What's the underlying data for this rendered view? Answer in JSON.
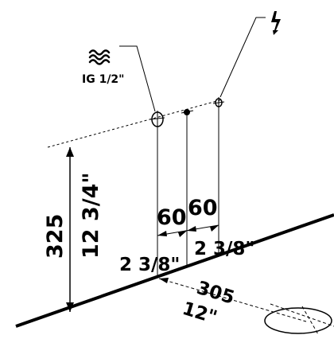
{
  "connections": {
    "water": {
      "icon": "water-wave-icon",
      "label": "IG 1/2\""
    },
    "power": {
      "icon": "lightning-icon"
    },
    "center": {
      "icon": "center-point-icon"
    }
  },
  "dimensions": {
    "height_mm": "325",
    "height_in": "12 3/4\"",
    "left_spacing_mm": "60",
    "right_spacing_mm": "60",
    "left_spacing_in": "2 3/8\"",
    "right_spacing_in": "2 3/8\"",
    "drain_offset_mm": "305",
    "drain_offset_in": "12\""
  },
  "colors": {
    "line": "#000000",
    "background": "#ffffff"
  }
}
